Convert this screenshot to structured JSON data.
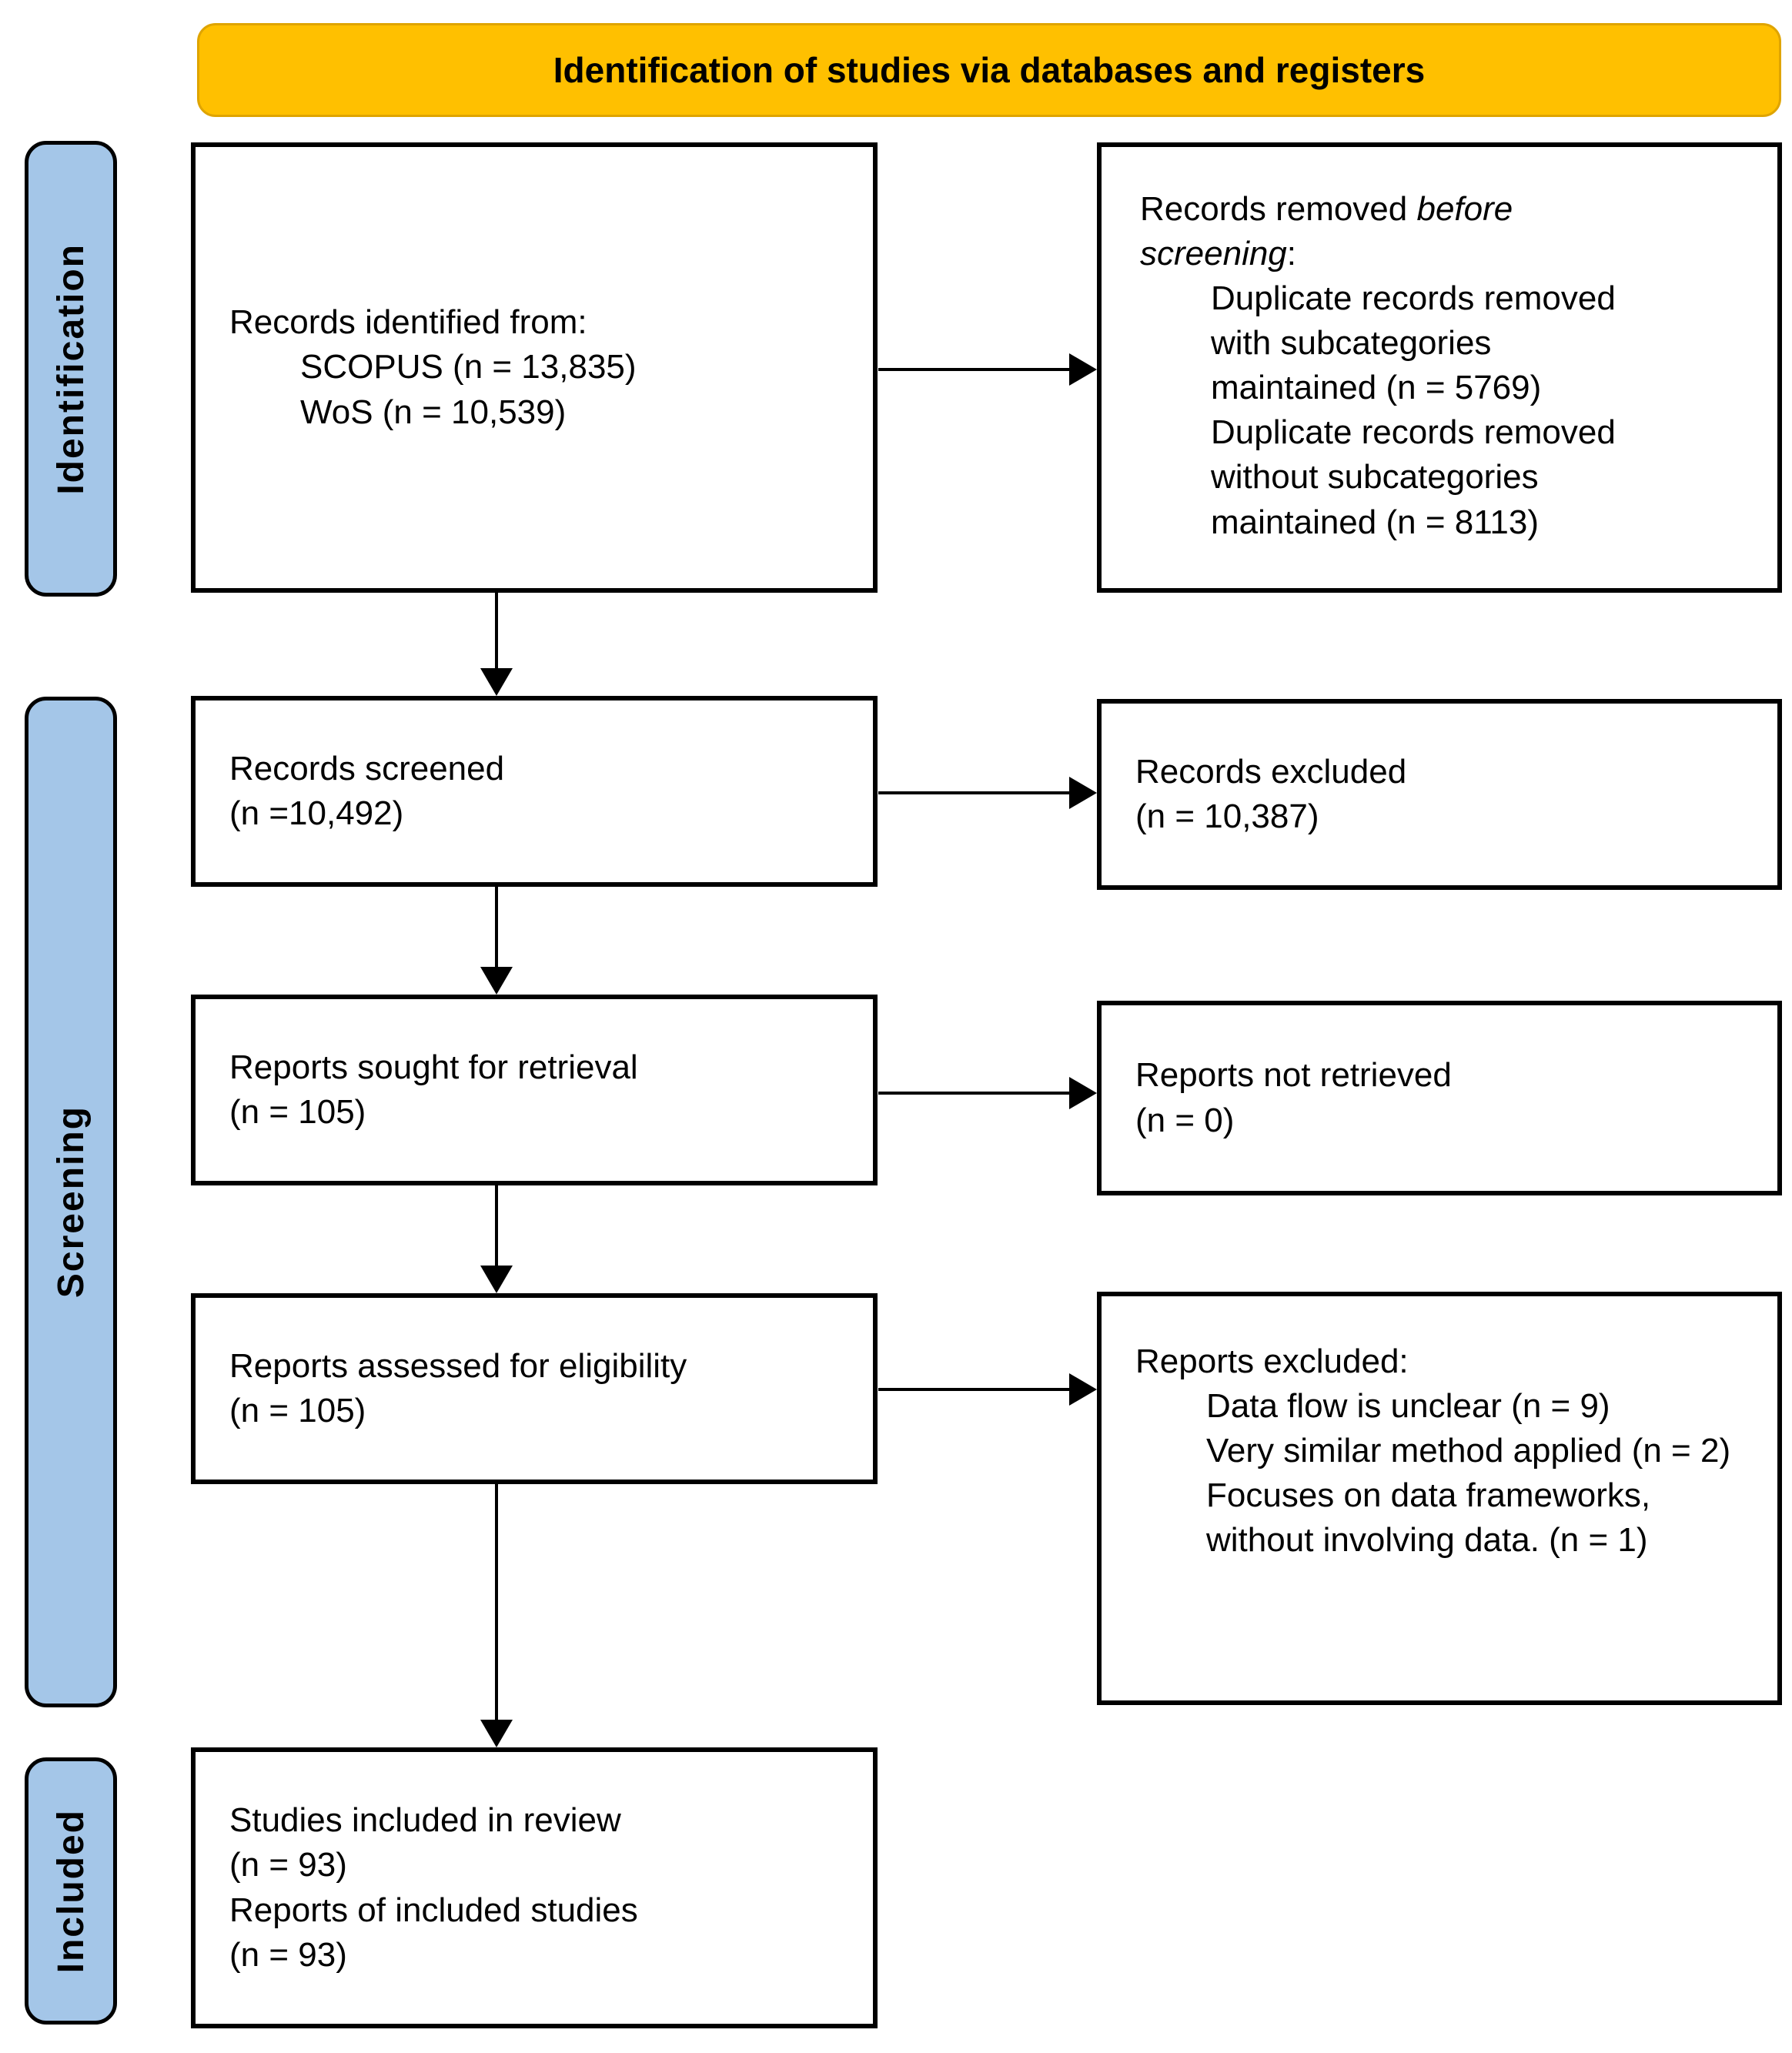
{
  "header": {
    "title": "Identification of studies via databases and registers"
  },
  "sidebar": {
    "identification": "Identification",
    "screening": "Screening",
    "included": "Included"
  },
  "boxes": {
    "identified": {
      "intro": "Records identified from:",
      "items": [
        "SCOPUS (n = 13,835)",
        "WoS (n = 10,539)"
      ]
    },
    "removed_before_screening": {
      "prefix": "Records removed ",
      "italic": "before screening",
      "suffix": ":",
      "items": [
        "Duplicate records removed with subcategories maintained (n = 5769)",
        "Duplicate records removed without subcategories maintained (n = 8113)"
      ]
    },
    "records_screened": {
      "line1": "Records screened",
      "line2": "(n =10,492)"
    },
    "records_excluded": {
      "line1": "Records excluded",
      "line2": "(n = 10,387)"
    },
    "reports_sought": {
      "line1": "Reports sought for retrieval",
      "line2": "(n = 105)"
    },
    "reports_not_retrieved": {
      "line1": "Reports not retrieved",
      "line2": "(n = 0)"
    },
    "reports_assessed": {
      "line1": "Reports assessed for eligibility",
      "line2": "(n = 105)"
    },
    "reports_excluded": {
      "title": "Reports excluded:",
      "items": [
        "Data flow is unclear (n = 9)",
        "Very similar method applied (n = 2)",
        "Focuses on data frameworks, without involving data. (n = 1)"
      ]
    },
    "studies_included": {
      "lines": [
        "Studies included in review",
        "(n = 93)",
        "Reports of included studies",
        "(n = 93)"
      ]
    }
  },
  "colors": {
    "banner_fill": "#FFC000",
    "banner_border": "#DFA400",
    "stage_fill": "#A4C6E8",
    "stage_border": "#000000",
    "box_border": "#000000",
    "text": "#000000"
  }
}
